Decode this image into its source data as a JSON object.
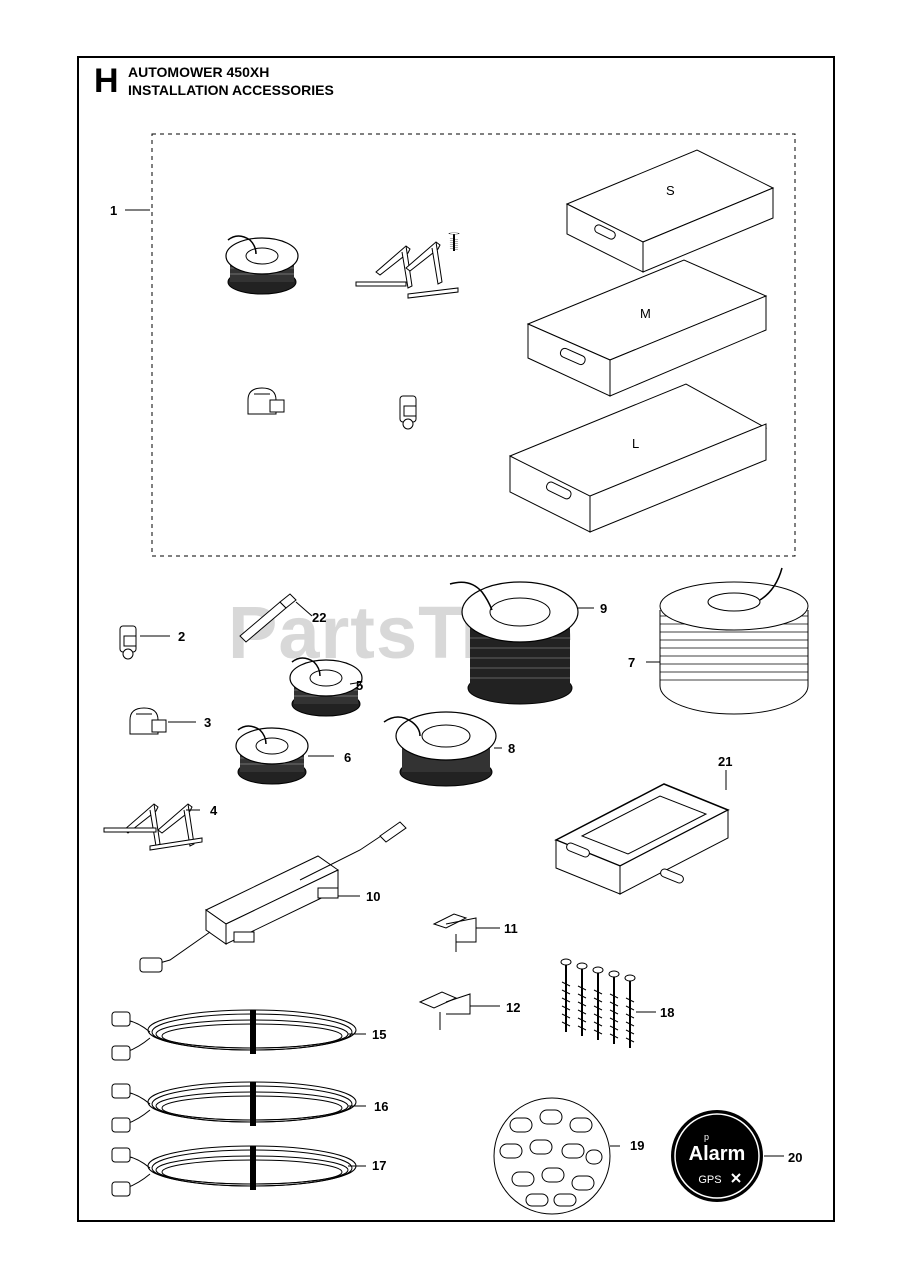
{
  "header": {
    "section_letter": "H",
    "line1": "AUTOMOWER 450XH",
    "line2": "INSTALLATION ACCESSORIES"
  },
  "watermark": {
    "text": "PartsTree",
    "tm": "™"
  },
  "kit_boxes": {
    "small": "S",
    "medium": "M",
    "large": "L"
  },
  "callouts": {
    "c1": "1",
    "c2": "2",
    "c3": "3",
    "c4": "4",
    "c5": "5",
    "c6": "6",
    "c7": "7",
    "c8": "8",
    "c9": "9",
    "c10": "10",
    "c11": "11",
    "c12": "12",
    "c15": "15",
    "c16": "16",
    "c17": "17",
    "c18": "18",
    "c19": "19",
    "c20": "20",
    "c21": "21",
    "c22": "22"
  },
  "alarm_badge": {
    "small": "p",
    "word": "Alarm",
    "sub": "GPS"
  },
  "colors": {
    "ink": "#000000",
    "watermark": "#cfcfcf",
    "paper": "#ffffff"
  }
}
